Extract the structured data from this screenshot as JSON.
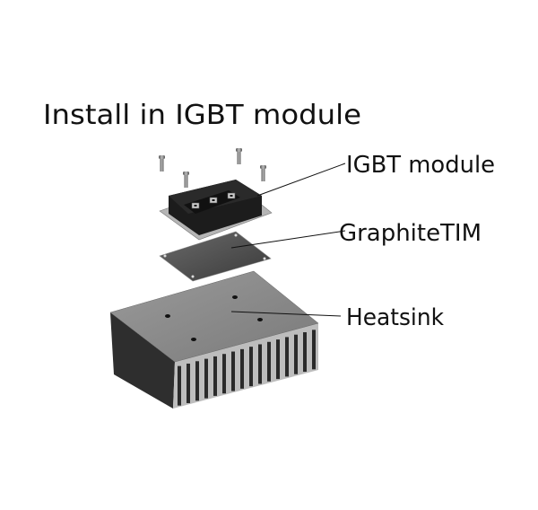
{
  "title": "Install in IGBT module",
  "labels": {
    "igbt": "IGBT module",
    "tim": "GraphiteTIM",
    "heatsink": "Heatsink"
  },
  "colors": {
    "text": "#111111",
    "module_body": "#1c1c1c",
    "tim_sheet": "#4a4a4a",
    "heatsink_top": "#8a8a8a",
    "heatsink_side": "#333333"
  }
}
